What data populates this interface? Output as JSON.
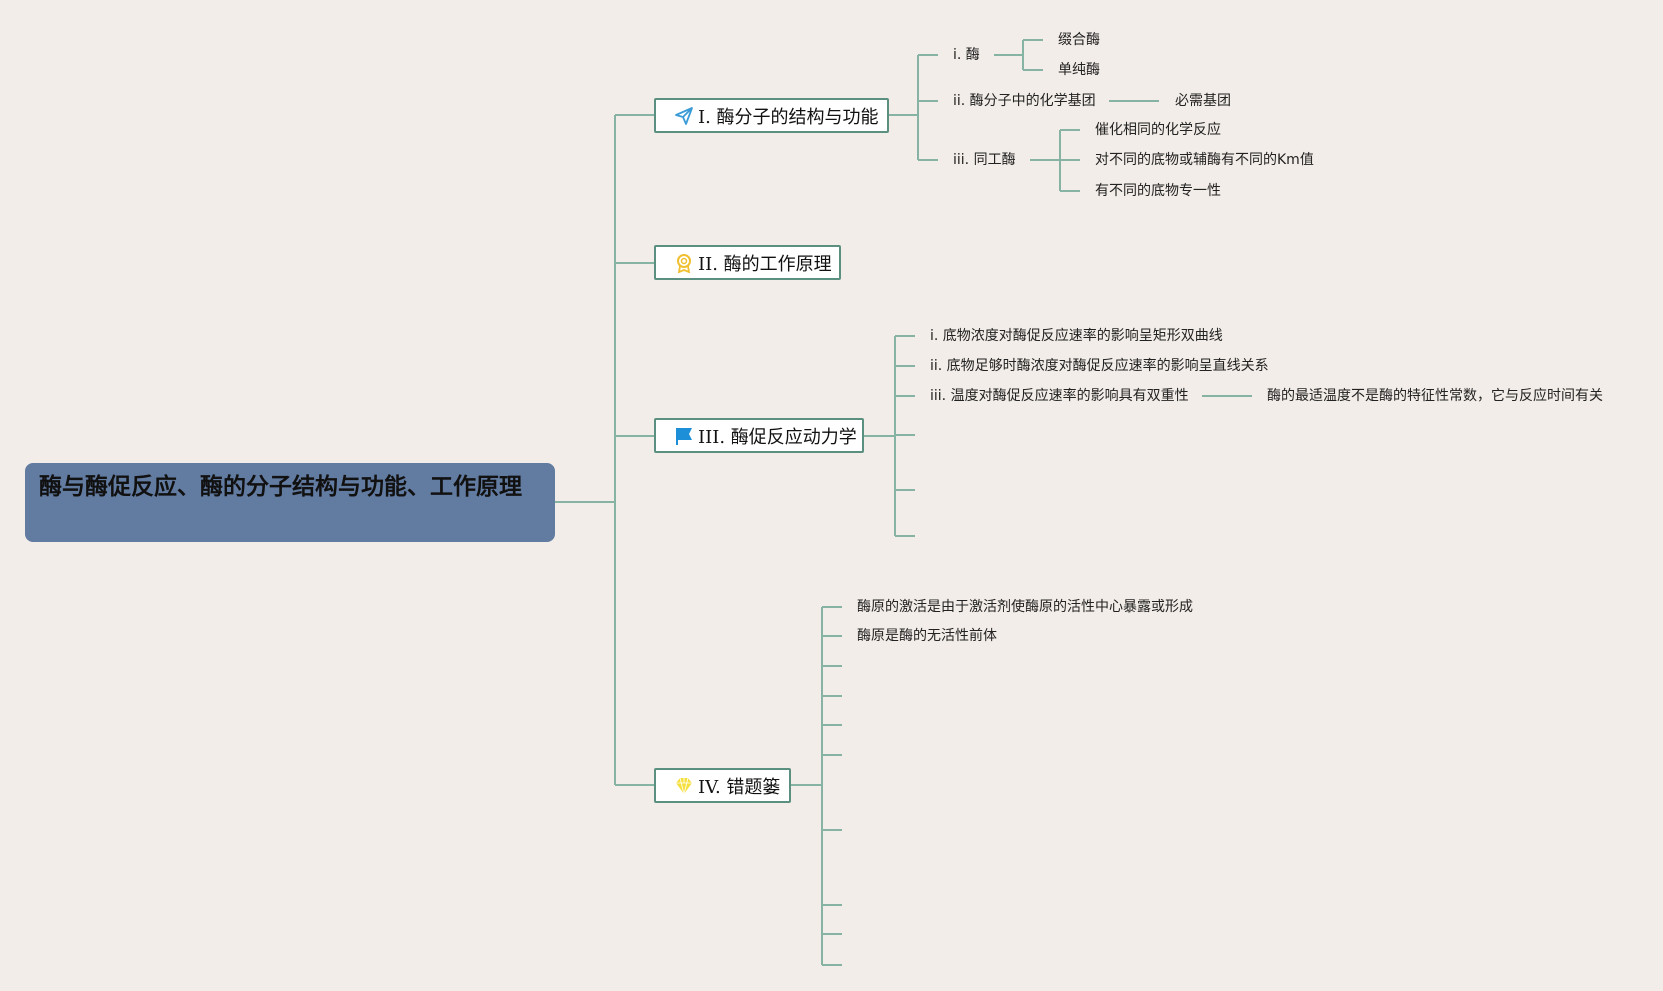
{
  "root": {
    "title": "酶与酶促反应、酶的分子结构与功能、工作原理"
  },
  "topics": [
    {
      "label": "I. 酶分子的结构与功能",
      "icon": "paper-plane-icon",
      "children": [
        {
          "label": "i. 酶",
          "children": [
            "缀合酶",
            "单纯酶"
          ]
        },
        {
          "label": "ii. 酶分子中的化学基团",
          "children": [
            "必需基团"
          ]
        },
        {
          "label": "iii. 同工酶",
          "children": [
            "催化相同的化学反应",
            "对不同的底物或辅酶有不同的Km值",
            "有不同的底物专一性"
          ]
        }
      ]
    },
    {
      "label": "II. 酶的工作原理",
      "icon": "award-ribbon-icon"
    },
    {
      "label": "III. 酶促反应动力学",
      "icon": "flag-icon",
      "children": [
        {
          "label": "i. 底物浓度对酶促反应速率的影响呈矩形双曲线"
        },
        {
          "label": "ii. 底物足够时酶浓度对酶促反应速率的影响呈直线关系"
        },
        {
          "label": "iii. 温度对酶促反应速率的影响具有双重性",
          "children": [
            "酶的最适温度不是酶的特征性常数，它与反应时间有关"
          ]
        }
      ]
    },
    {
      "label": "IV. 错题篓",
      "icon": "diamond-icon",
      "children": [
        {
          "label": "酶原的激活是由于激活剂使酶原的活性中心暴露或形成"
        },
        {
          "label": "酶原是酶的无活性前体"
        }
      ]
    }
  ],
  "colors": {
    "background": "#f2ede8",
    "root": "#627ba1",
    "line": "#8ab5a6",
    "border": "#5b9080"
  }
}
